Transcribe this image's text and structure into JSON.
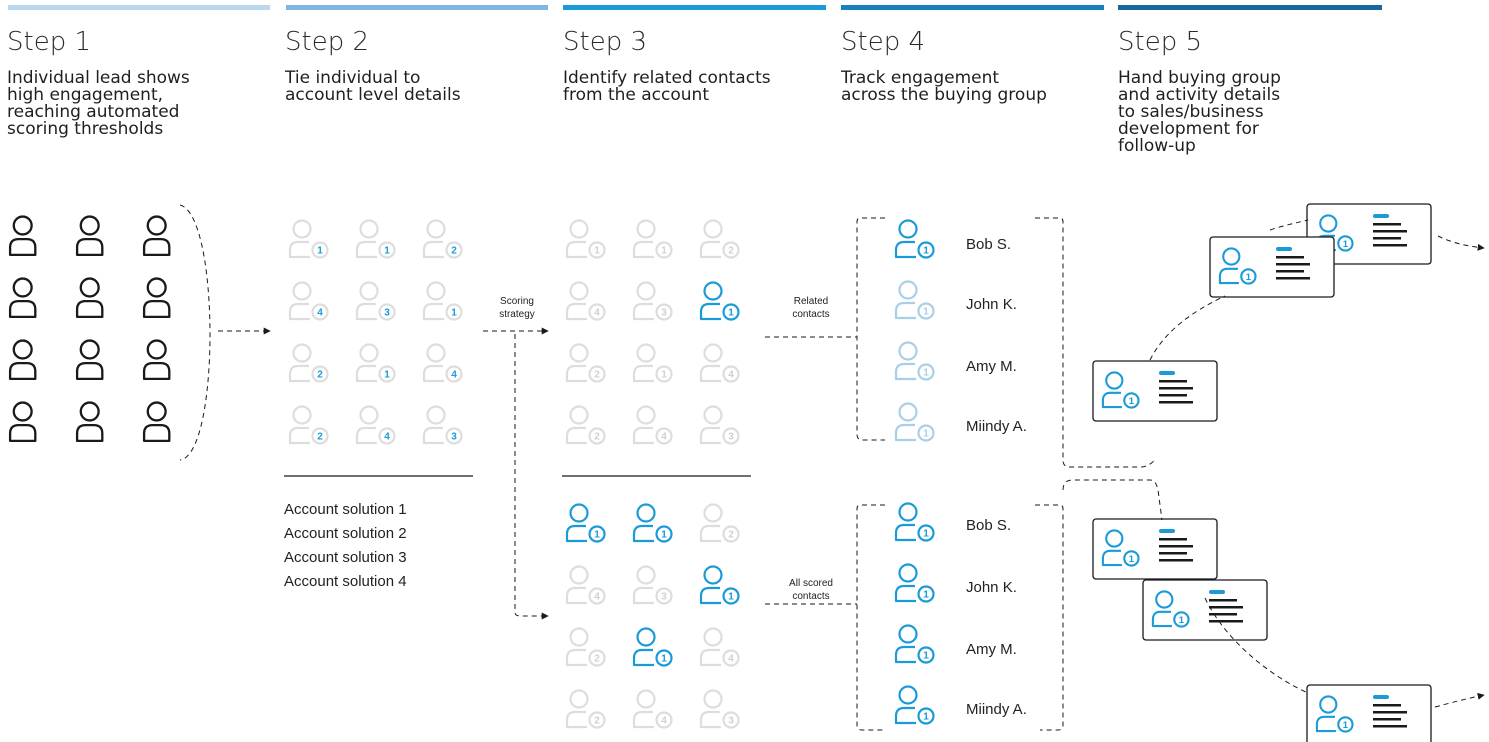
{
  "colors": {
    "accent": "#1a9bd7",
    "faded_accent": "#a9cfe8",
    "ghost": "#dddddd",
    "dark": "#1a1a1a",
    "bars": [
      "#b9d8ee",
      "#7fb7de",
      "#1a9bd7",
      "#1682bd",
      "#15699f"
    ]
  },
  "steps": [
    {
      "title": "Step 1",
      "description": "Individual lead shows\nhigh engagement,\nreaching automated\nscoring thresholds"
    },
    {
      "title": "Step 2",
      "description": "Tie individual to\naccount level details"
    },
    {
      "title": "Step 3",
      "description": "Identify related contacts\nfrom the account"
    },
    {
      "title": "Step 4",
      "description": "Track engagement\nacross the buying group"
    },
    {
      "title": "Step 5",
      "description": "Hand buying group\nand activity details\nto sales/business\ndevelopment for\nfollow-up"
    }
  ],
  "step2": {
    "badges": [
      "1",
      "1",
      "2",
      "4",
      "3",
      "1",
      "2",
      "1",
      "4",
      "2",
      "4",
      "3"
    ],
    "accounts": [
      "Account solution 1",
      "Account solution 2",
      "Account solution 3",
      "Account solution 4"
    ]
  },
  "labels": {
    "scoring_strategy": "Scoring\nstrategy",
    "related_contacts": "Related\ncontacts",
    "all_scored_contacts": "All scored\ncontacts"
  },
  "step3": {
    "top_badges": [
      "1",
      "1",
      "2",
      "4",
      "3",
      "1",
      "2",
      "1",
      "4",
      "2",
      "4",
      "3"
    ],
    "top_highlight": [
      5
    ],
    "bottom_badges": [
      "1",
      "1",
      "2",
      "4",
      "3",
      "1",
      "2",
      "1",
      "4",
      "2",
      "4",
      "3"
    ],
    "bottom_highlight": [
      0,
      1,
      5,
      7
    ]
  },
  "step4": {
    "related": [
      {
        "name": "Bob S.",
        "badge": "1",
        "highlighted": true
      },
      {
        "name": "John K.",
        "badge": "1",
        "highlighted": false
      },
      {
        "name": "Amy M.",
        "badge": "1",
        "highlighted": false
      },
      {
        "name": "Miindy A.",
        "badge": "1",
        "highlighted": false
      }
    ],
    "scored": [
      {
        "name": "Bob S.",
        "badge": "1",
        "highlighted": true
      },
      {
        "name": "John K.",
        "badge": "1",
        "highlighted": true
      },
      {
        "name": "Amy M.",
        "badge": "1",
        "highlighted": true
      },
      {
        "name": "Miindy A.",
        "badge": "1",
        "highlighted": true
      }
    ]
  },
  "step5": {
    "card_badge": "1"
  }
}
